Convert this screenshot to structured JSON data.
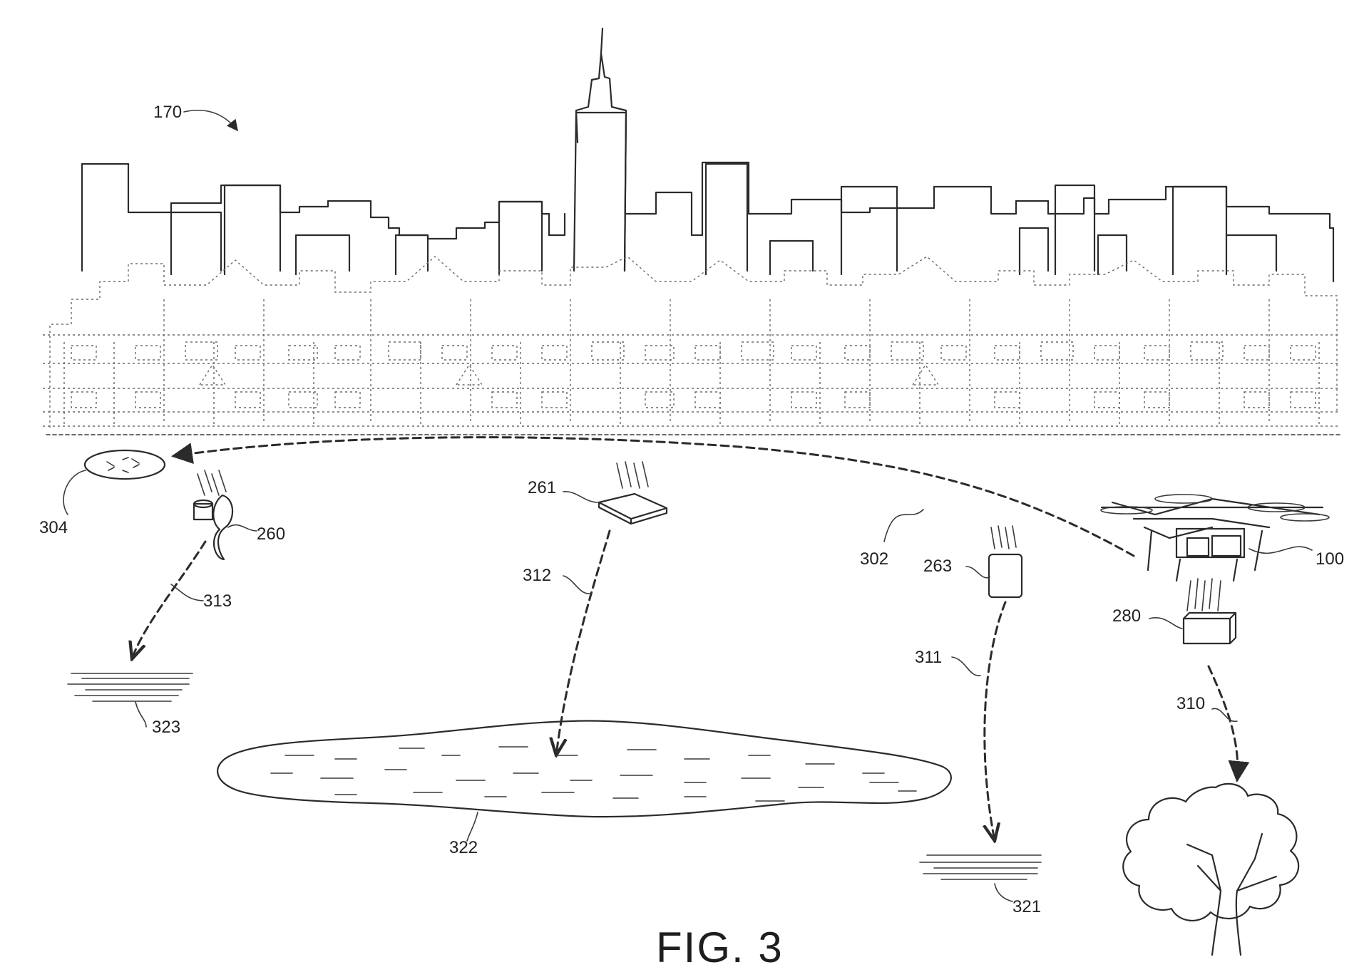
{
  "figure": {
    "caption": "FIG. 3",
    "reference_numerals": {
      "skyline": "170",
      "drone": "100",
      "package": "280",
      "propeller_part": "260",
      "panel_part": "261",
      "battery_part": "263",
      "landing_zone": "304",
      "flight_path": "302",
      "path_package": "310",
      "path_battery": "311",
      "path_panel": "312",
      "path_propeller": "313",
      "ground_battery": "321",
      "lake": "322",
      "ground_propeller": "323"
    }
  }
}
